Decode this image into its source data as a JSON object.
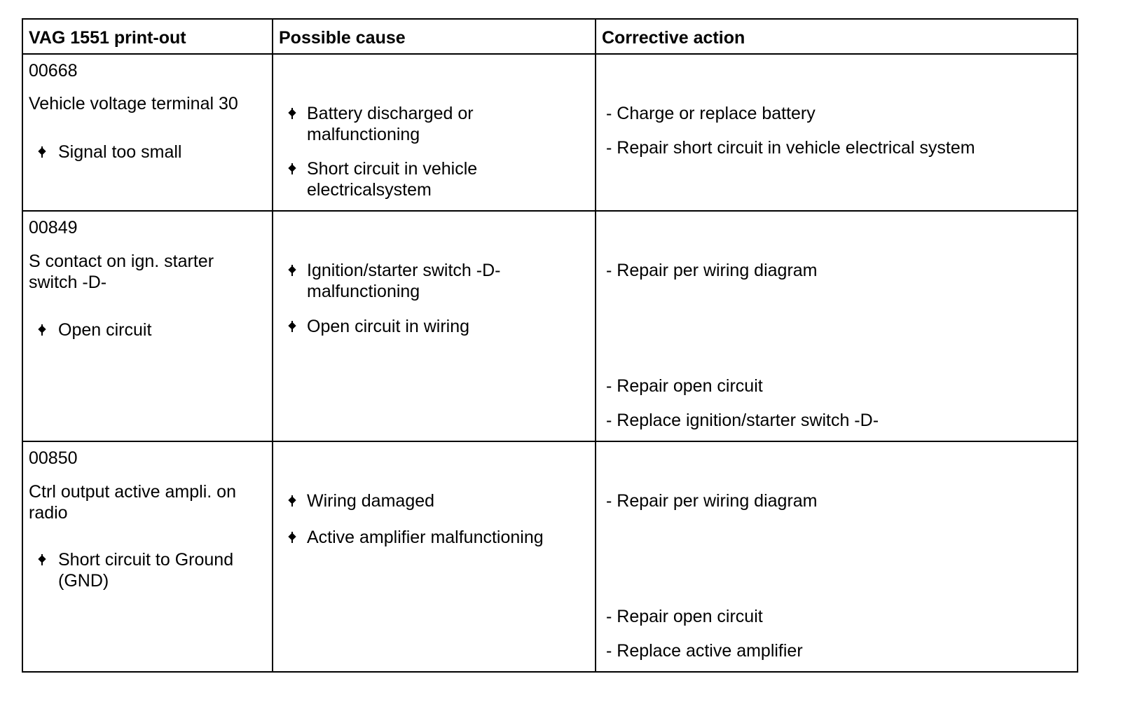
{
  "header": {
    "col1": "VAG 1551 print-out",
    "col2": "Possible cause",
    "col3": "Corrective action"
  },
  "rows": [
    {
      "code": "00668",
      "description": "Vehicle voltage terminal 30",
      "symptom": "Signal too small",
      "causes": [
        "Battery discharged or malfunctioning",
        "Short circuit in vehicle electricalsystem"
      ],
      "actions": [
        "- Charge or replace battery",
        "- Repair short circuit in vehicle electrical system"
      ]
    },
    {
      "code": "00849",
      "description": "S contact on ign. starter switch -D-",
      "symptom": "Open circuit",
      "causes": [
        "Ignition/starter switch -D- malfunctioning",
        "Open circuit in wiring"
      ],
      "actions": [
        "- Repair per wiring diagram",
        "- Repair open circuit",
        "- Replace ignition/starter switch -D-"
      ]
    },
    {
      "code": "00850",
      "description": "Ctrl output active ampli. on radio",
      "symptom": "Short circuit to Ground (GND)",
      "causes": [
        "Wiring damaged",
        "Active amplifier malfunctioning"
      ],
      "actions": [
        "- Repair per wiring diagram",
        "- Repair open circuit",
        "- Replace active amplifier"
      ]
    }
  ]
}
